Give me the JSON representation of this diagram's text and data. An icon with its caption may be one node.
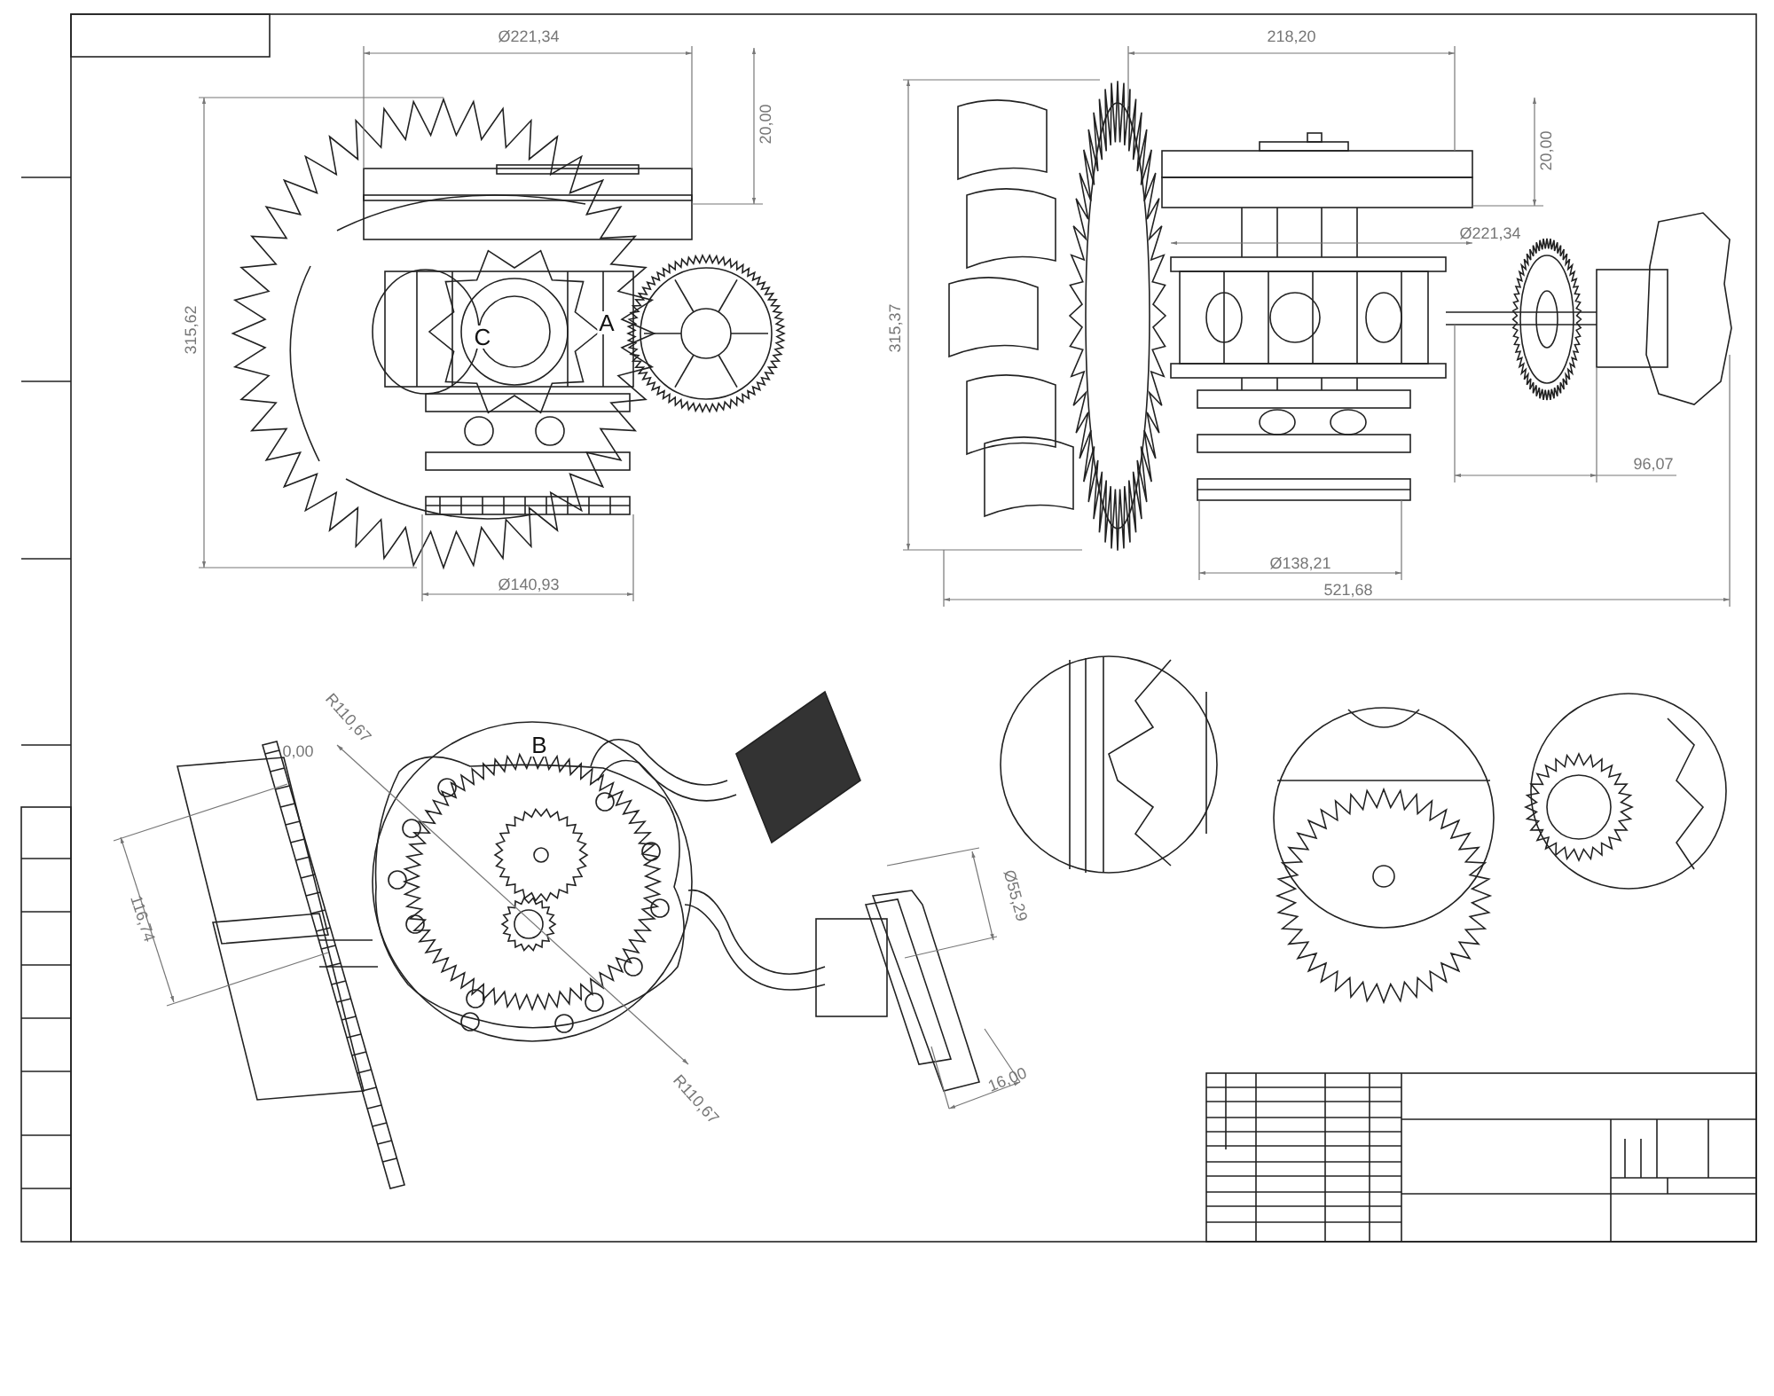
{
  "diagram": {
    "labels": [
      "Ø221,34",
      "20,00",
      "315,62",
      "C",
      "A",
      "Ø140,93",
      "218,20",
      "20,00",
      "Ø221,34",
      "315,37",
      "96,07",
      "Ø138,21",
      "521,68",
      "R110,67",
      "B",
      "0,00",
      "116,74",
      "Ø55,29",
      "R110,67",
      "16,00"
    ]
  }
}
